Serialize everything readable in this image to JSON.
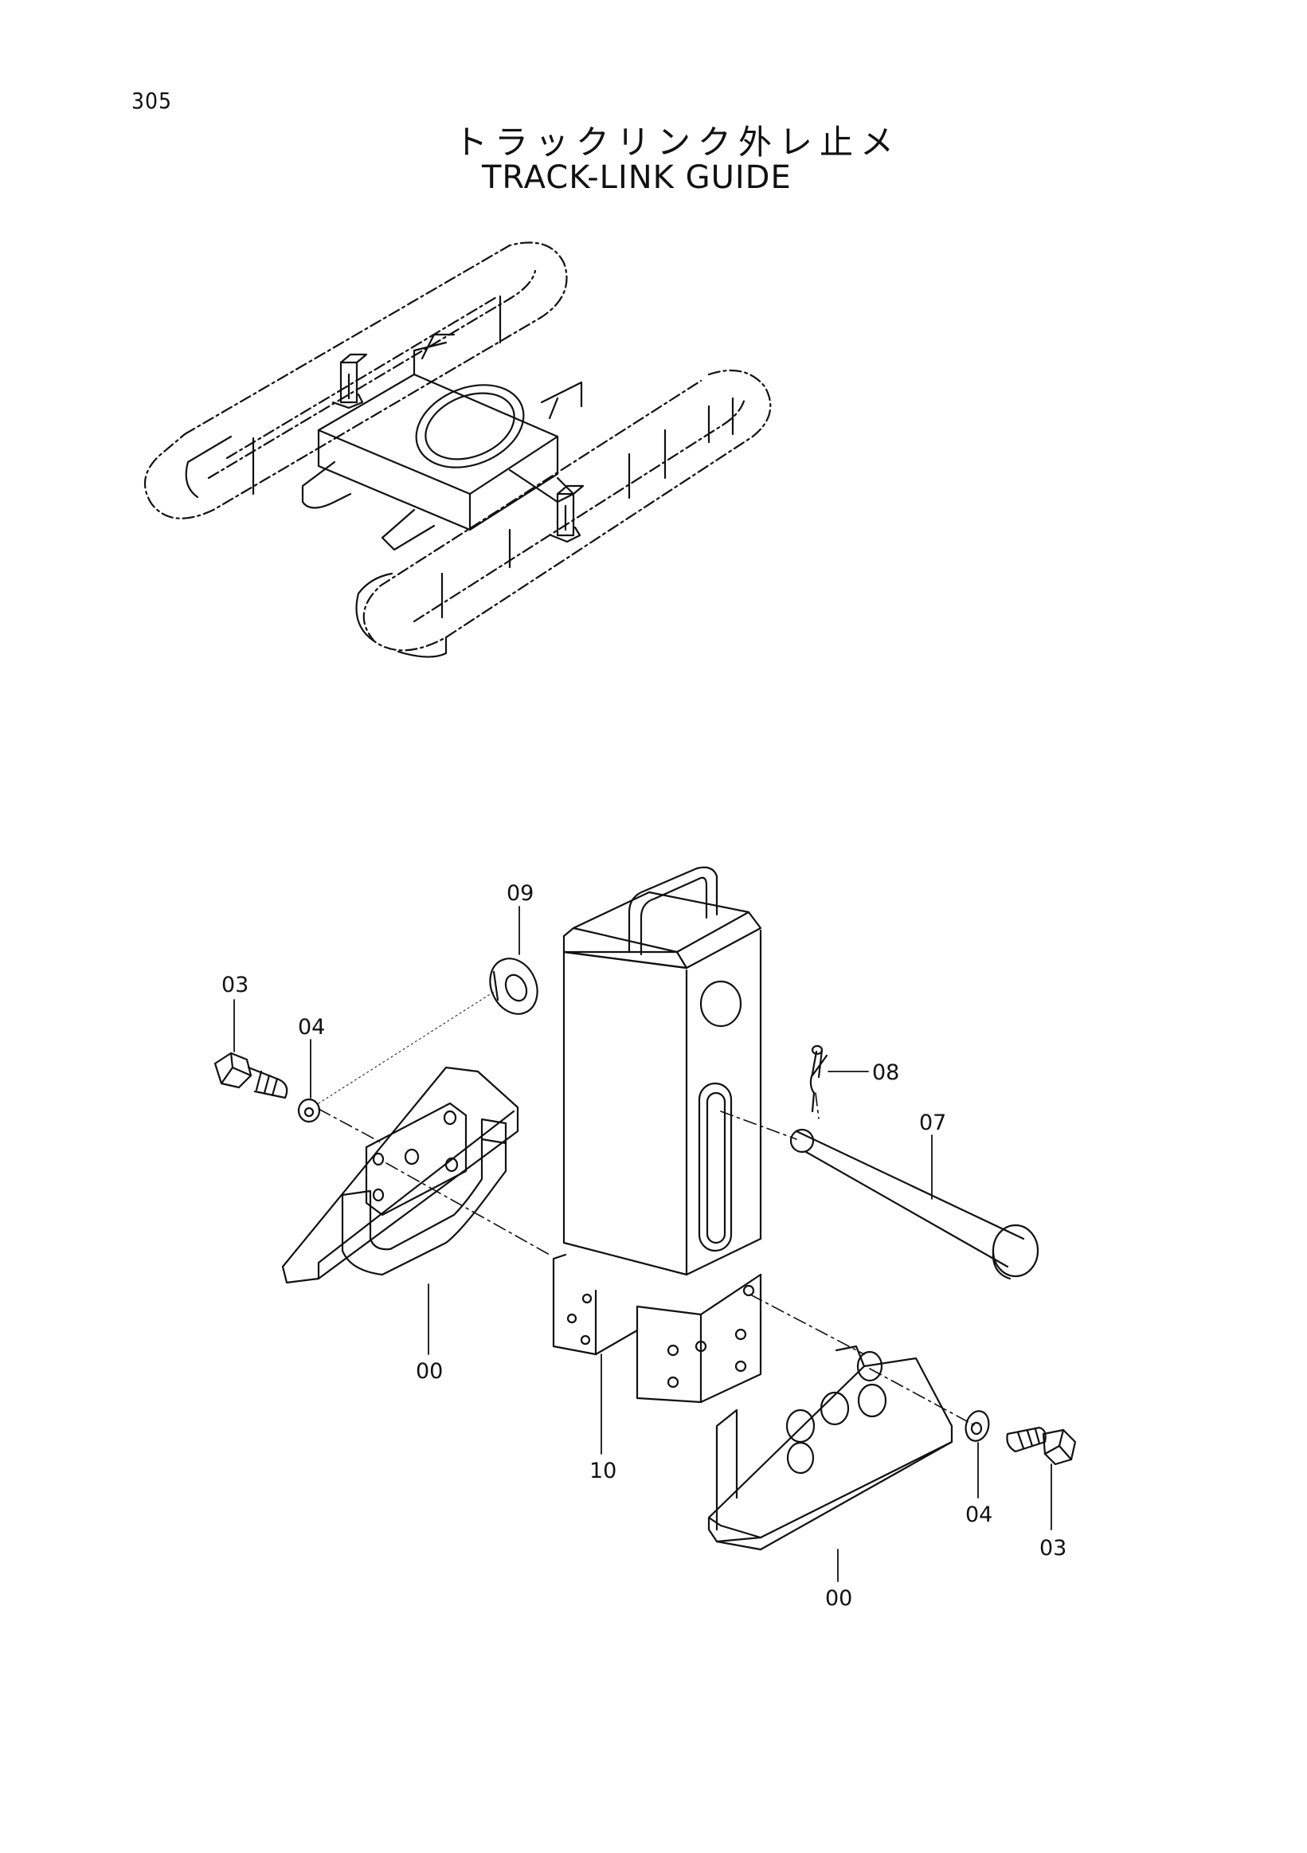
{
  "page": {
    "number": "305"
  },
  "title": {
    "japanese": "トラックリンク外レ止メ",
    "english": "TRACK-LINK GUIDE"
  },
  "callouts": {
    "c09": "09",
    "c03_left": "03",
    "c04_left": "04",
    "c08": "08",
    "c07": "07",
    "c00_left": "00",
    "c10": "10",
    "c04_right": "04",
    "c03_right": "03",
    "c00_right": "00"
  },
  "colors": {
    "line": "#111111",
    "background": "#ffffff"
  }
}
